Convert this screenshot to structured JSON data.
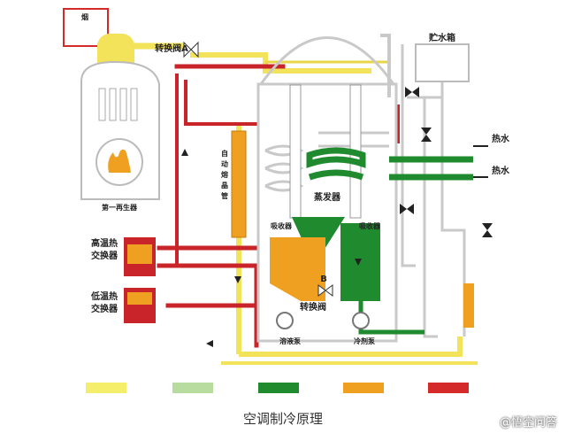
{
  "labels": {
    "top_red_box": "烟",
    "valve_a": "转换阀A",
    "hot_water_tank": "贮水箱",
    "generator": "第一再生器",
    "auto_valve": [
      "自",
      "动",
      "熔",
      "晶",
      "管"
    ],
    "high_temp_hx": [
      "高温热",
      "交换器"
    ],
    "low_temp_hx": [
      "低温热",
      "交换器"
    ],
    "evaporator": "蒸发器",
    "absorber_left": "吸收器",
    "absorber_right": "吸收器",
    "valve_b_letter": "B",
    "valve_b": "转换阀",
    "solution_pump": "溶液泵",
    "refrigerant_pump": "冷剂泵",
    "hot_water_1": "热水",
    "hot_water_2": "热水"
  },
  "legend": [
    {
      "color": "#f4ee6a"
    },
    {
      "color": "#b8dba0"
    },
    {
      "color": "#1f8a2e"
    },
    {
      "color": "#f0a020"
    },
    {
      "color": "#d42a2a"
    }
  ],
  "caption": "空调制冷原理",
  "watermark": "@悟空问答",
  "colors": {
    "red_pipe": "#c8242a",
    "yellow_pipe": "#f2e35a",
    "green_pipe": "#1f8a2e",
    "orange": "#f0a020",
    "gray_pipe": "#c9c9c9"
  }
}
